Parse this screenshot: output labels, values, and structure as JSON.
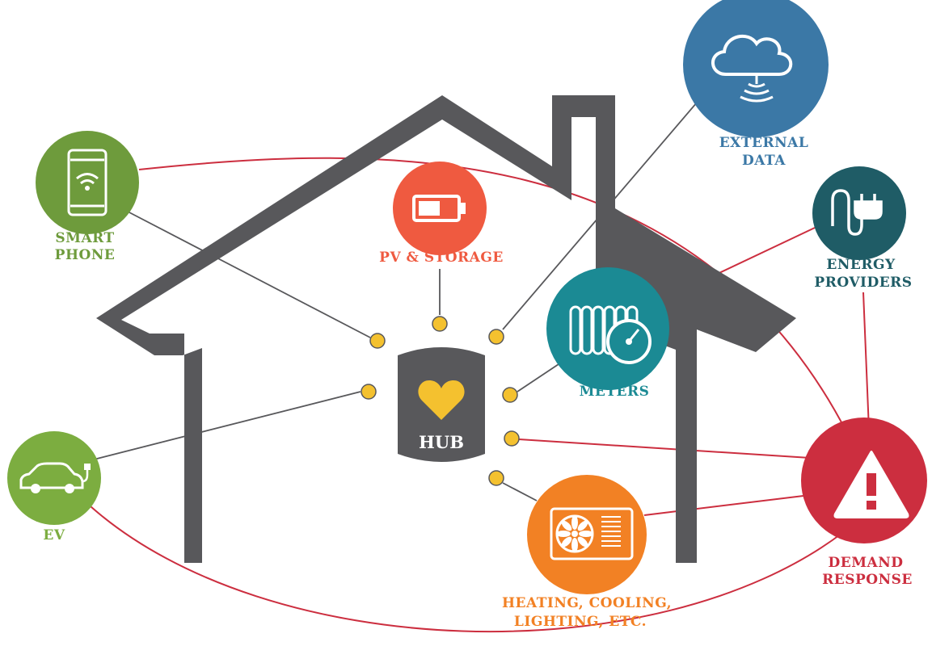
{
  "hub": {
    "label": "HUB"
  },
  "nodes": {
    "smart_phone": {
      "line1": "SMART",
      "line2": "PHONE"
    },
    "pv_storage": {
      "line1": "PV & STORAGE"
    },
    "external_data": {
      "line1": "EXTERNAL",
      "line2": "DATA"
    },
    "energy_providers": {
      "line1": "ENERGY",
      "line2": "PROVIDERS"
    },
    "meters": {
      "line1": "METERS"
    },
    "ev": {
      "line1": "EV"
    },
    "heating": {
      "line1": "HEATING, COOLING,",
      "line2": "LIGHTING, ETC."
    },
    "demand_response": {
      "line1": "DEMAND",
      "line2": "RESPONSE"
    }
  },
  "colors": {
    "house": "#58585b",
    "hub": "#58585b",
    "heart": "#f4c12f",
    "port": "#f4c12f",
    "red_line": "#cc2e3f",
    "gray_line": "#58585b",
    "smart_phone": "#6e9b3c",
    "pv_storage": "#ef5a40",
    "external_data": "#3b78a6",
    "energy_providers": "#1f5c66",
    "meters": "#1b8a94",
    "ev": "#7cad40",
    "heating": "#f28124",
    "demand_response": "#cc2e3f"
  }
}
